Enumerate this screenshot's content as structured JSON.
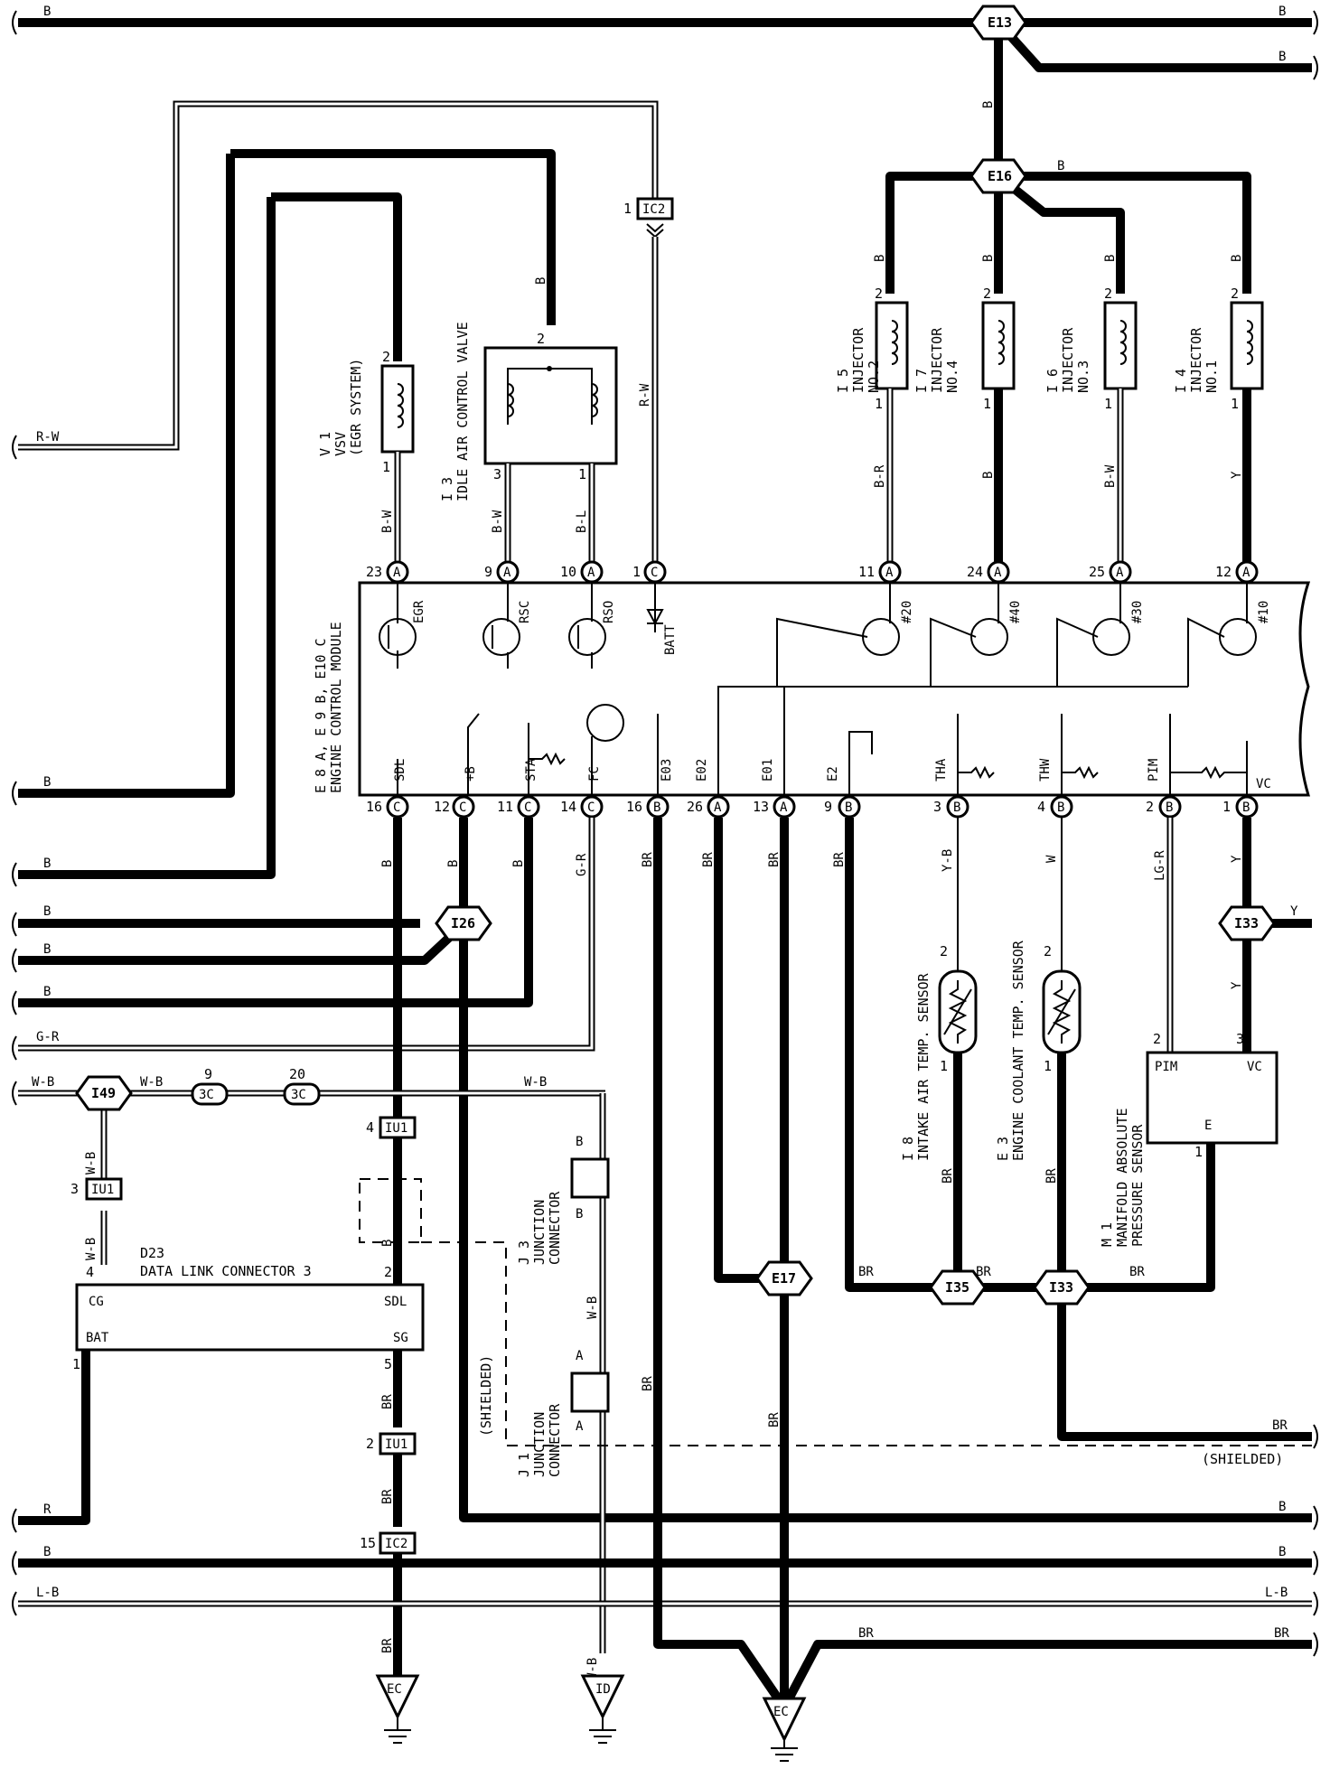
{
  "ecm": {
    "title": "ENGINE CONTROL MODULE",
    "codes": "E 8 A, E 9 B, E10 C",
    "outputs": [
      "EGR",
      "RSC",
      "RSO",
      "BATT",
      "#20",
      "#40",
      "#30",
      "#10"
    ],
    "inputs": [
      "SDL",
      "+B",
      "STA",
      "FC",
      "E03",
      "E02",
      "E01",
      "E2",
      "THA",
      "THW",
      "PIM",
      "VC"
    ]
  },
  "top_pins": [
    {
      "num": "23",
      "letter": "A",
      "wire": "B-W"
    },
    {
      "num": "9",
      "letter": "A",
      "wire": "B-W"
    },
    {
      "num": "10",
      "letter": "A",
      "wire": "B-L"
    },
    {
      "num": "1",
      "letter": "C",
      "wire": "R-W"
    },
    {
      "num": "11",
      "letter": "A",
      "wire": "B-R"
    },
    {
      "num": "24",
      "letter": "A",
      "wire": "B"
    },
    {
      "num": "25",
      "letter": "A",
      "wire": "B-W"
    },
    {
      "num": "12",
      "letter": "A",
      "wire": "Y"
    }
  ],
  "bottom_pins": [
    {
      "num": "16",
      "letter": "C",
      "wire": "B"
    },
    {
      "num": "12",
      "letter": "C",
      "wire": "B"
    },
    {
      "num": "11",
      "letter": "C",
      "wire": "B"
    },
    {
      "num": "14",
      "letter": "C",
      "wire": "G-R"
    },
    {
      "num": "16",
      "letter": "B",
      "wire": "BR"
    },
    {
      "num": "26",
      "letter": "A",
      "wire": "BR"
    },
    {
      "num": "13",
      "letter": "A",
      "wire": "BR"
    },
    {
      "num": "9",
      "letter": "B",
      "wire": "BR"
    },
    {
      "num": "3",
      "letter": "B",
      "wire": "Y-B"
    },
    {
      "num": "4",
      "letter": "B",
      "wire": "W"
    },
    {
      "num": "2",
      "letter": "B",
      "wire": "LG-R"
    },
    {
      "num": "1",
      "letter": "B",
      "wire": "Y"
    }
  ],
  "components": {
    "vsv": {
      "ref": "V 1",
      "name": "VSV",
      "sub": "(EGR SYSTEM)"
    },
    "iac": {
      "ref": "I 3",
      "name": "IDLE AIR CONTROL VALVE"
    },
    "inj2": {
      "ref": "I 5",
      "name": "INJECTOR",
      "sub": "NO.2"
    },
    "inj4": {
      "ref": "I 7",
      "name": "INJECTOR",
      "sub": "NO.4"
    },
    "inj3": {
      "ref": "I 6",
      "name": "INJECTOR",
      "sub": "NO.3"
    },
    "inj1": {
      "ref": "I 4",
      "name": "INJECTOR",
      "sub": "NO.1"
    },
    "iat": {
      "ref": "I 8",
      "name": "INTAKE AIR TEMP. SENSOR"
    },
    "ect": {
      "ref": "E 3",
      "name": "ENGINE COOLANT TEMP. SENSOR"
    },
    "map": {
      "ref": "M 1",
      "name": "MANIFOLD ABSOLUTE",
      "sub": "PRESSURE SENSOR",
      "pins": [
        "PIM",
        "VC",
        "E"
      ]
    },
    "dlc": {
      "ref": "D23",
      "name": "DATA LINK CONNECTOR 3",
      "pins": [
        "CG",
        "SDL",
        "BAT",
        "SG"
      ]
    },
    "j3": {
      "ref": "J 3",
      "name": "JUNCTION",
      "sub": "CONNECTOR"
    },
    "j1": {
      "ref": "J 1",
      "name": "JUNCTION",
      "sub": "CONNECTOR"
    }
  },
  "junctions": [
    "E13",
    "E16",
    "I26",
    "I49",
    "E17",
    "I33",
    "I35",
    "IU1",
    "IC2",
    "3C"
  ],
  "grounds": [
    "EC",
    "ID",
    "EC"
  ],
  "wire_colors": [
    "B",
    "R-W",
    "G-R",
    "W-B",
    "R",
    "L-B",
    "BR",
    "Y",
    "B-W",
    "B-L",
    "B-R",
    "Y-B",
    "W",
    "LG-R"
  ],
  "notes": {
    "shielded": "(SHIELDED)"
  },
  "pin_numbers": [
    "1",
    "2",
    "3",
    "4",
    "5",
    "9",
    "15",
    "16",
    "20"
  ]
}
